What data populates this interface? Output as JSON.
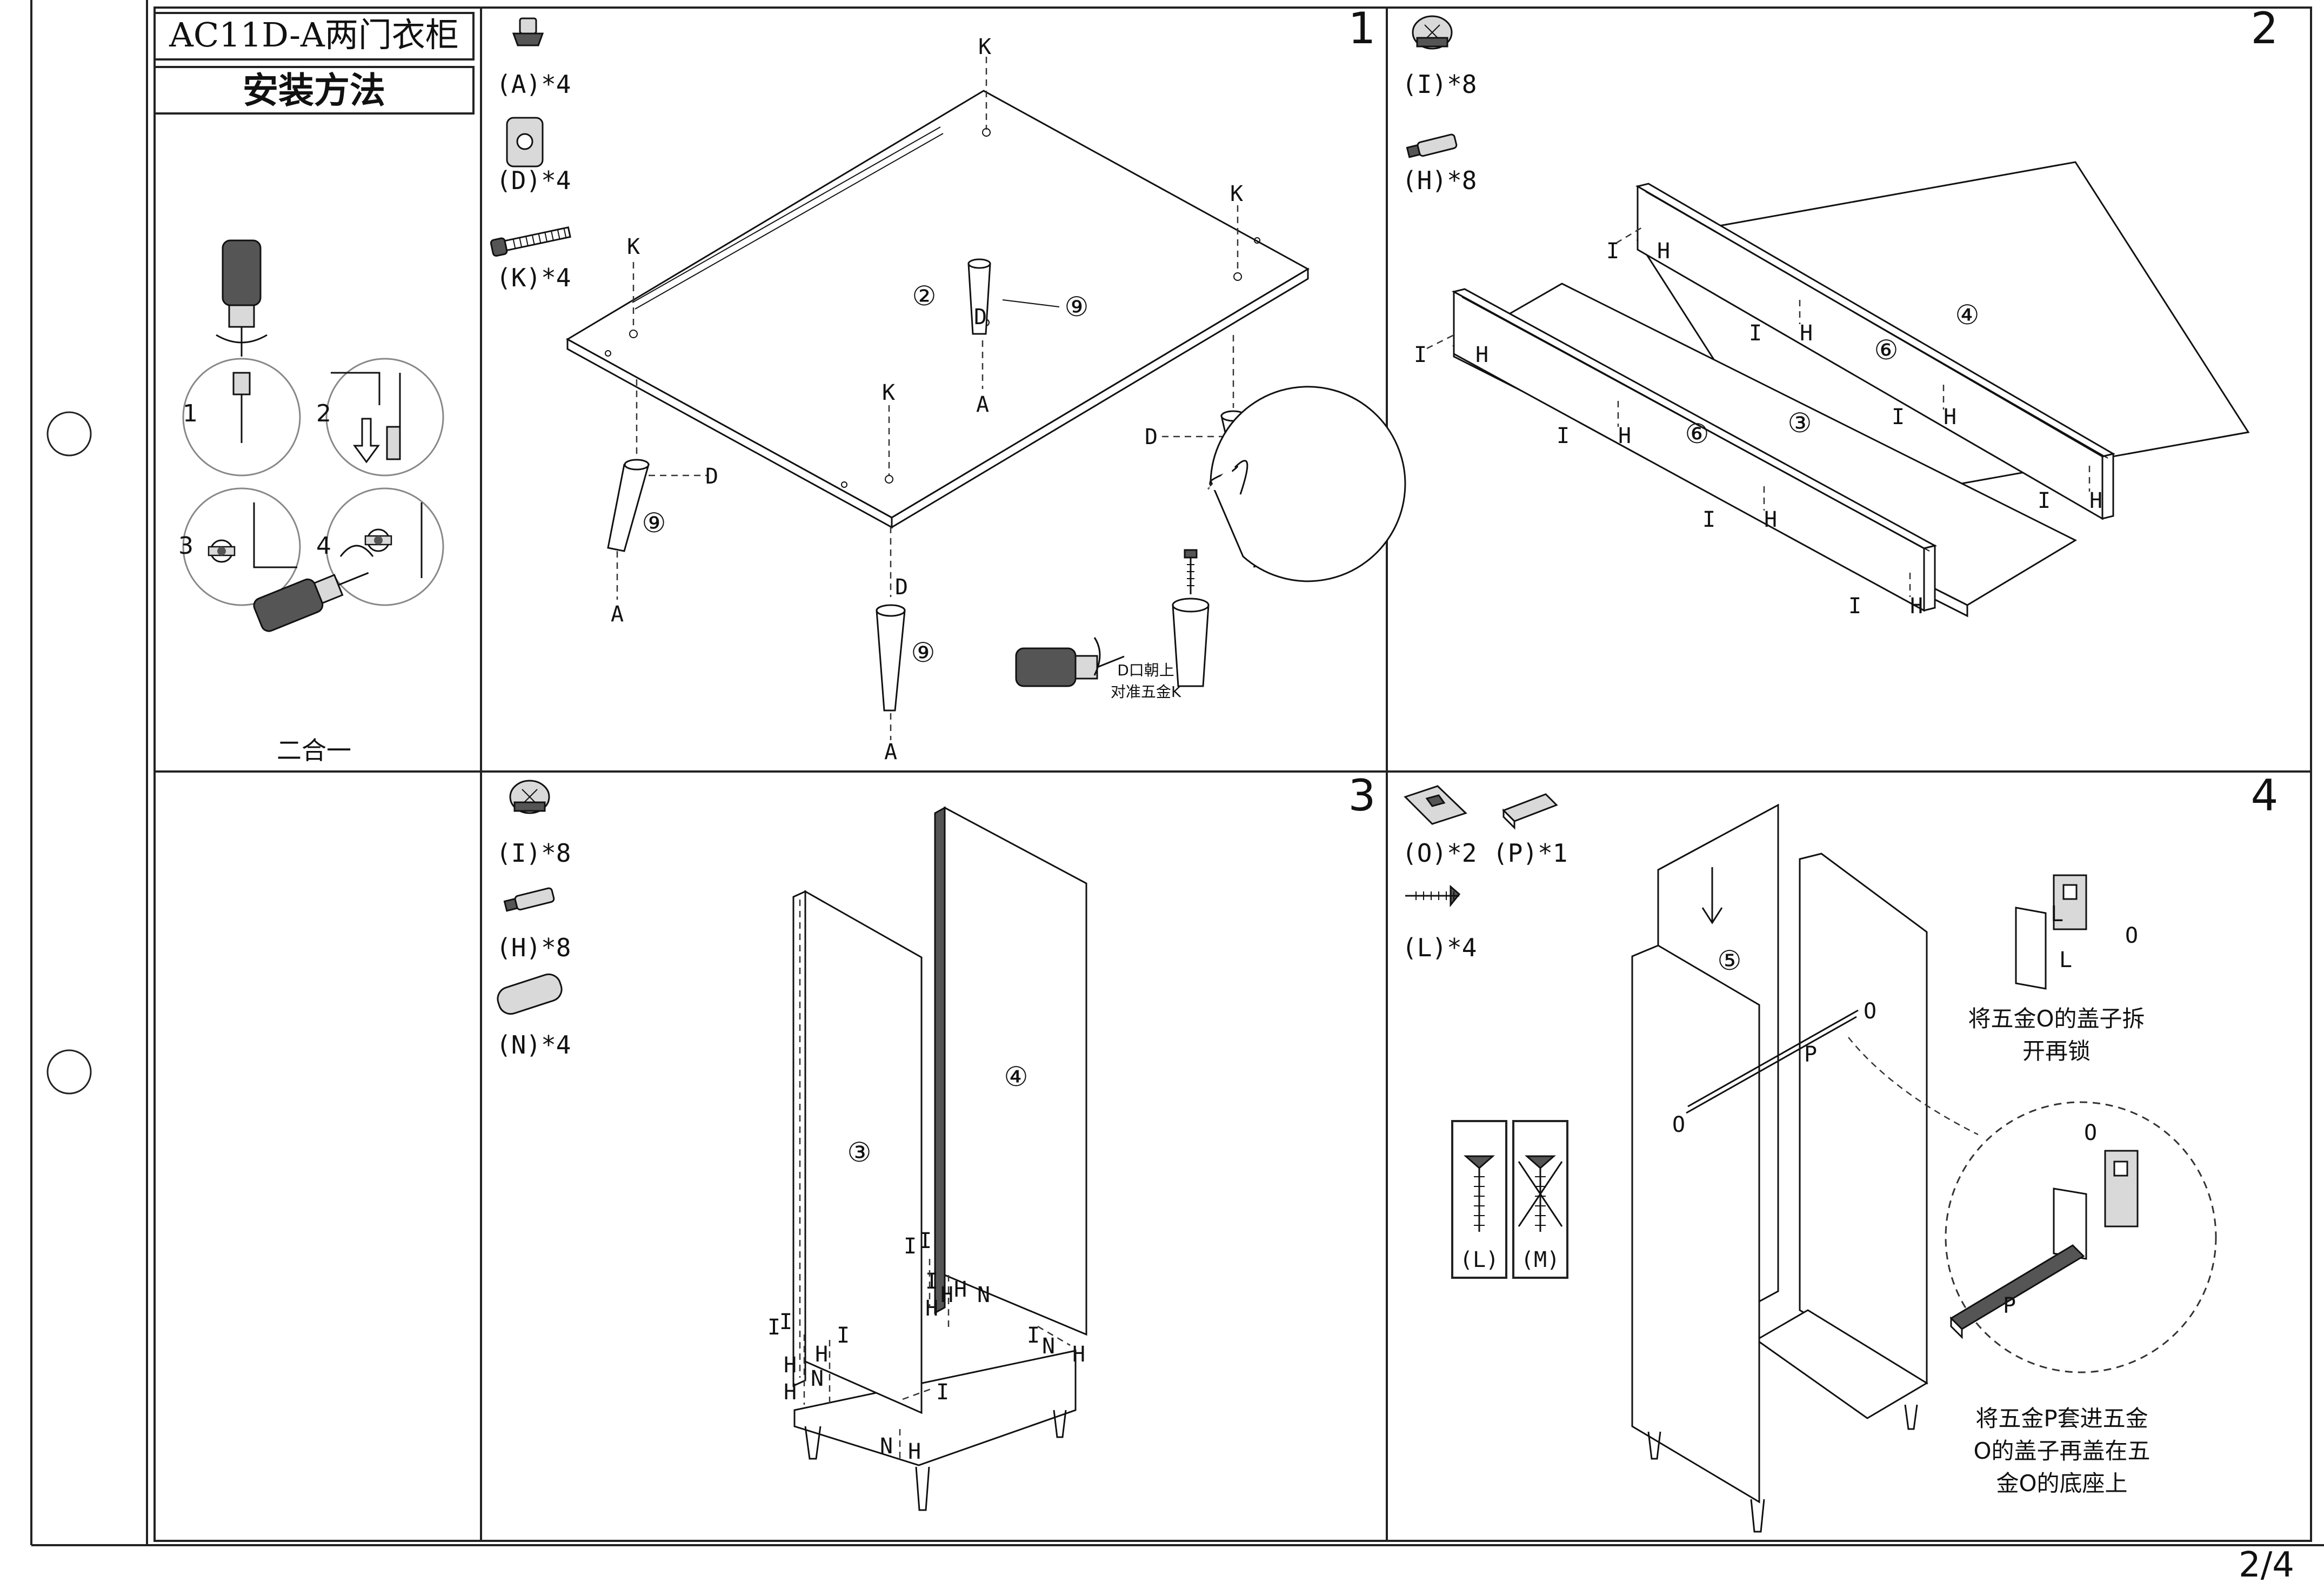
{
  "sidebar": {
    "model_title": "AC11D-A两门衣柜",
    "install_heading": "安装方法",
    "tool_steps": [
      "1",
      "2",
      "3",
      "4"
    ],
    "tool_caption": "二合一"
  },
  "page_number": "2/4",
  "steps": [
    {
      "number": "1",
      "hardware": [
        "(A)*4",
        "(D)*4",
        "(K)*4"
      ],
      "part_labels": [
        "K",
        "D",
        "A"
      ],
      "part_numbers": [
        "②",
        "⑨"
      ],
      "note": [
        "D口朝上",
        "对准五金K"
      ]
    },
    {
      "number": "2",
      "hardware": [
        "(I)*8",
        "(H)*8"
      ],
      "part_labels": [
        "I",
        "H"
      ],
      "part_numbers": [
        "③",
        "④",
        "⑥"
      ]
    },
    {
      "number": "3",
      "hardware": [
        "(I)*8",
        "(H)*8",
        "(N)*4"
      ],
      "part_labels": [
        "I",
        "H",
        "N"
      ],
      "part_numbers": [
        "③",
        "④"
      ]
    },
    {
      "number": "4",
      "hardware": [
        "(O)*2",
        "(P)*1",
        "(L)*4"
      ],
      "part_labels": [
        "O",
        "P",
        "L"
      ],
      "part_numbers": [
        "⑤"
      ],
      "screw_types": [
        "(L)",
        "(M)"
      ],
      "note_top": [
        "将五金O的盖子拆",
        "开再锁"
      ],
      "note_bottom": [
        "将五金P套进五金",
        "O的盖子再盖在五",
        "金O的底座上"
      ]
    }
  ]
}
